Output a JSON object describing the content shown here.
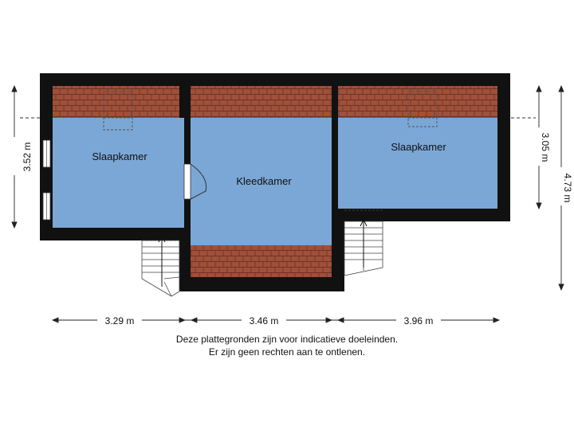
{
  "rooms": {
    "left": "Slaapkamer",
    "center": "Kleedkamer",
    "right": "Slaapkamer"
  },
  "dimensions": {
    "left_width": "3.29 m",
    "center_width": "3.46 m",
    "right_width": "3.96 m",
    "left_height": "3.52 m",
    "right_room_height": "3.05 m",
    "total_height": "4.73 m"
  },
  "disclaimer": {
    "line1": "Deze plattegronden zijn voor indicatieve doeleinden.",
    "line2": "Er zijn geen rechten aan te ontlenen."
  },
  "colors": {
    "room_fill": "#7ba7d6",
    "wall": "#111111",
    "roof_tile": "#a0503a"
  }
}
